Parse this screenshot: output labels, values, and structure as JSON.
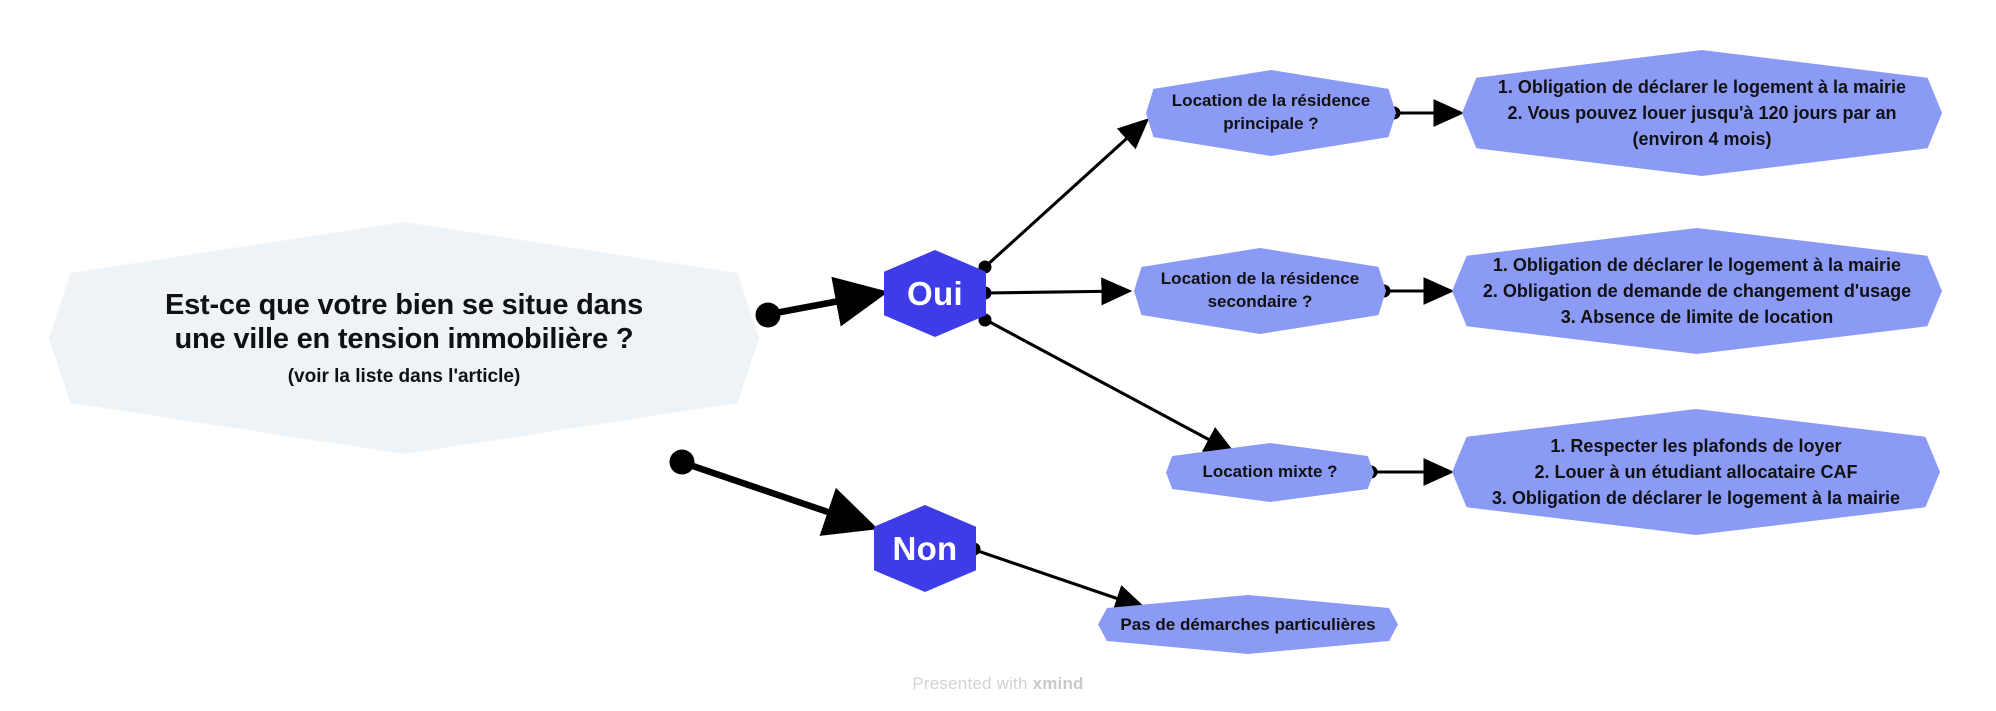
{
  "diagram": {
    "type": "mindmap",
    "tool": "xmind",
    "colors": {
      "root_fill": "#eef3f7",
      "decision_fill": "#3d3ce8",
      "decision_text": "#ffffff",
      "node_fill": "#8b9bf5",
      "node_text": "#111114",
      "edge": "#000000",
      "footer_text": "#d2d2d6"
    },
    "root": {
      "title": "Est-ce que votre bien se situe dans une ville en tension immobilière ?",
      "title_line_1": "Est-ce que votre bien se situe dans",
      "title_line_2": "une ville en tension immobilière ?",
      "subtitle": "(voir la liste dans l'article)"
    },
    "decisions": [
      {
        "label": "Oui"
      },
      {
        "label": "Non"
      }
    ],
    "branches": [
      {
        "question": "Location de la résidence principale ?",
        "question_line_1": "Location de la résidence",
        "question_line_2": "principale ?",
        "answer_lines": [
          "1. Obligation de déclarer le logement à la mairie",
          "2. Vous pouvez louer jusqu'à 120 jours par an",
          "(environ 4 mois)"
        ]
      },
      {
        "question": "Location de la résidence secondaire ?",
        "question_line_1": "Location de la résidence",
        "question_line_2": "secondaire ?",
        "answer_lines": [
          "1. Obligation de déclarer le logement à la mairie",
          "2. Obligation de demande de changement d'usage",
          "3. Absence de limite de location"
        ]
      },
      {
        "question": "Location mixte ?",
        "question_line_1": "Location mixte ?",
        "question_line_2": "",
        "answer_lines": [
          "1. Respecter les plafonds de loyer",
          "2. Louer  à un étudiant allocataire CAF",
          "3. Obligation de déclarer le logement à la mairie"
        ]
      }
    ],
    "no_branch": {
      "leaf": "Pas de démarches particulières"
    },
    "footer": {
      "prefix": "Presented with ",
      "brand": "xmind"
    }
  }
}
